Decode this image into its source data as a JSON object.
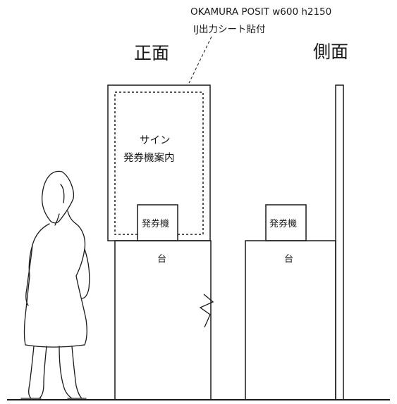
{
  "annotation": {
    "line1": "OKAMURA POSIT w600 h2150",
    "line2": "IJ出力シート貼付"
  },
  "views": {
    "front": {
      "heading": "正面"
    },
    "side": {
      "heading": "側面"
    }
  },
  "front_panel": {
    "sign_line1": "サイン",
    "sign_line2": "発券機案内"
  },
  "ticket_machine_label": "発券機",
  "stand_label": "台"
}
